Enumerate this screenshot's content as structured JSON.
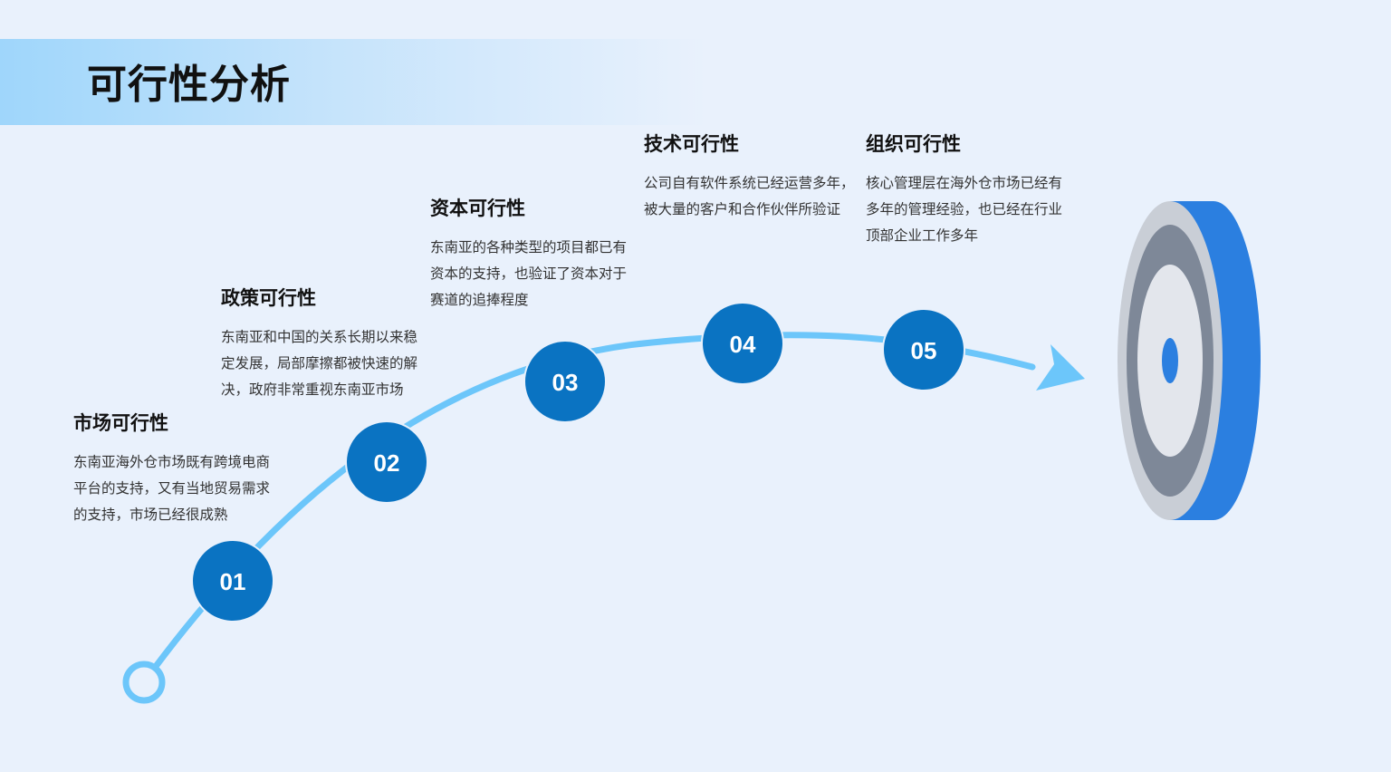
{
  "title": "可行性分析",
  "colors": {
    "background": "#e9f1fc",
    "path": "#6cc6fa",
    "node": "#0a73c2",
    "node_text": "#ffffff",
    "target_accent": "#2b7fe0",
    "target_gray": "#c9ced6",
    "target_dark": "#7e8898"
  },
  "target_icon": "target-icon",
  "steps": [
    {
      "number": "01",
      "heading": "市场可行性",
      "desc_lines": [
        "东南亚海外仓市场既有跨境电商",
        "平台的支持，又有当地贸易需求",
        "的支持，市场已经很成熟"
      ]
    },
    {
      "number": "02",
      "heading": "政策可行性",
      "desc_lines": [
        "东南亚和中国的关系长期以来稳",
        "定发展，局部摩擦都被快速的解",
        "决，政府非常重视东南亚市场"
      ]
    },
    {
      "number": "03",
      "heading": "资本可行性",
      "desc_lines": [
        "东南亚的各种类型的项目都已有",
        "资本的支持，也验证了资本对于",
        "赛道的追捧程度"
      ]
    },
    {
      "number": "04",
      "heading": "技术可行性",
      "desc_lines": [
        "公司自有软件系统已经运营多年，",
        "被大量的客户和合作伙伴所验证"
      ]
    },
    {
      "number": "05",
      "heading": "组织可行性",
      "desc_lines": [
        "核心管理层在海外仓市场已经有",
        "多年的管理经验，也已经在行业",
        "顶部企业工作多年"
      ]
    }
  ]
}
